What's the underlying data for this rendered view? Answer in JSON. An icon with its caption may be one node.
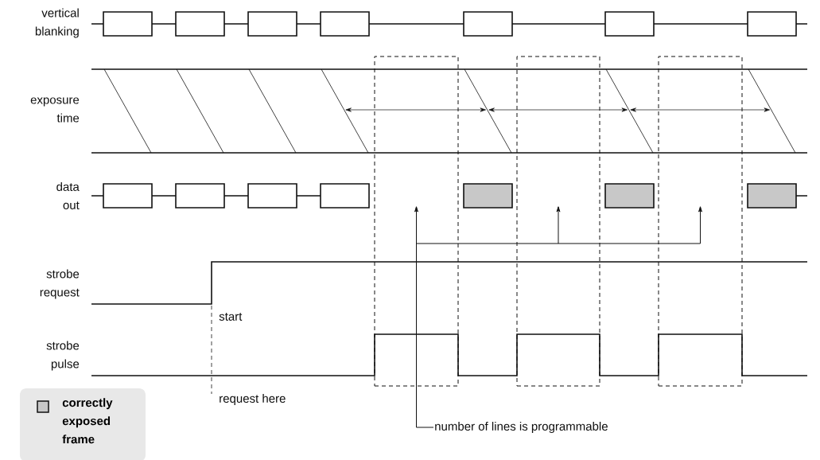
{
  "diagram": {
    "nodes": [
      {
        "text": [],
        "shape": "box"
      },
      {
        "text": [],
        "shape": "box"
      },
      {
        "text": [],
        "shape": "box"
      },
      {
        "text": [
          "number of lines is programmable"
        ]
      }
    ],
    "edges": [
      {
        "from": 3,
        "to": 0,
        "arrow": "to"
      },
      {
        "from": 3,
        "to": 1,
        "arrow": "to"
      },
      {
        "from": 3,
        "to": 2,
        "arrow": "to"
      }
    ],
    "labels": [
      "vertical blanking",
      "exposure time",
      "data out",
      "strobe request",
      "strobe pulse",
      "start",
      "request here"
    ],
    "legend": [
      {
        "text": "correctly exposed frame",
        "color": "#c8c8c8"
      }
    ]
  }
}
